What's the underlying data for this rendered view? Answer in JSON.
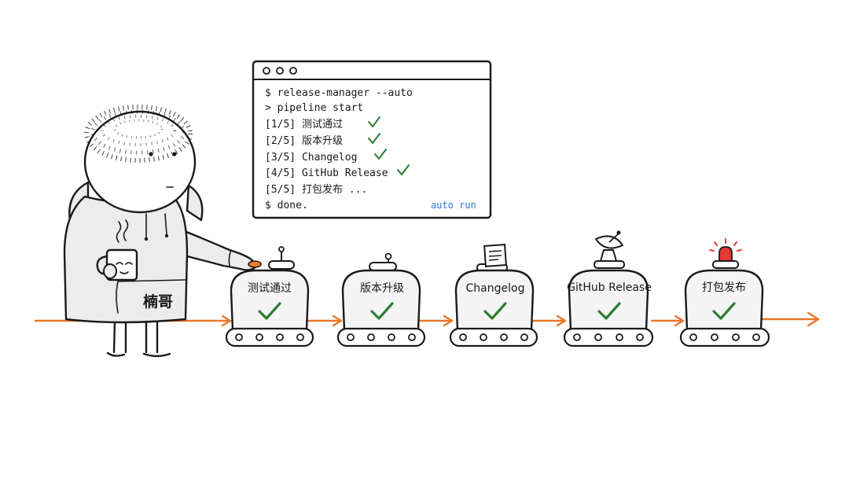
{
  "terminal": {
    "lines": [
      {
        "text": "$ release-manager --auto",
        "status": ""
      },
      {
        "text": "> pipeline start",
        "status": ""
      },
      {
        "text": "[1/5] 测试通过",
        "status": "done"
      },
      {
        "text": "[2/5] 版本升级",
        "status": "done"
      },
      {
        "text": "[3/5] Changelog",
        "status": "done"
      },
      {
        "text": "[4/5] GitHub Release",
        "status": "done"
      },
      {
        "text": "[5/5] 打包发布 ...",
        "status": ""
      },
      {
        "text": "$ done.",
        "status": ""
      }
    ],
    "auto_label": "auto run"
  },
  "character": {
    "hoodie_label": "楠哥"
  },
  "pipeline": {
    "stations": [
      {
        "label": "测试通过",
        "status": "done",
        "topper": "button"
      },
      {
        "label": "版本升级",
        "status": "done",
        "topper": "antenna"
      },
      {
        "label": "Changelog",
        "status": "done",
        "topper": "paper"
      },
      {
        "label": "GitHub Release",
        "status": "done",
        "topper": "satellite-dish"
      },
      {
        "label": "打包发布",
        "status": "done",
        "topper": "siren"
      }
    ]
  },
  "colors": {
    "ink": "#1a1a1a",
    "check": "#2e7d32",
    "arrow": "#e8762b",
    "accent_blue": "#2f73d9",
    "siren_red": "#e53935",
    "button_orange": "#f07c2a",
    "hoodie": "#ececec",
    "station_fill": "#f4f4f4"
  }
}
